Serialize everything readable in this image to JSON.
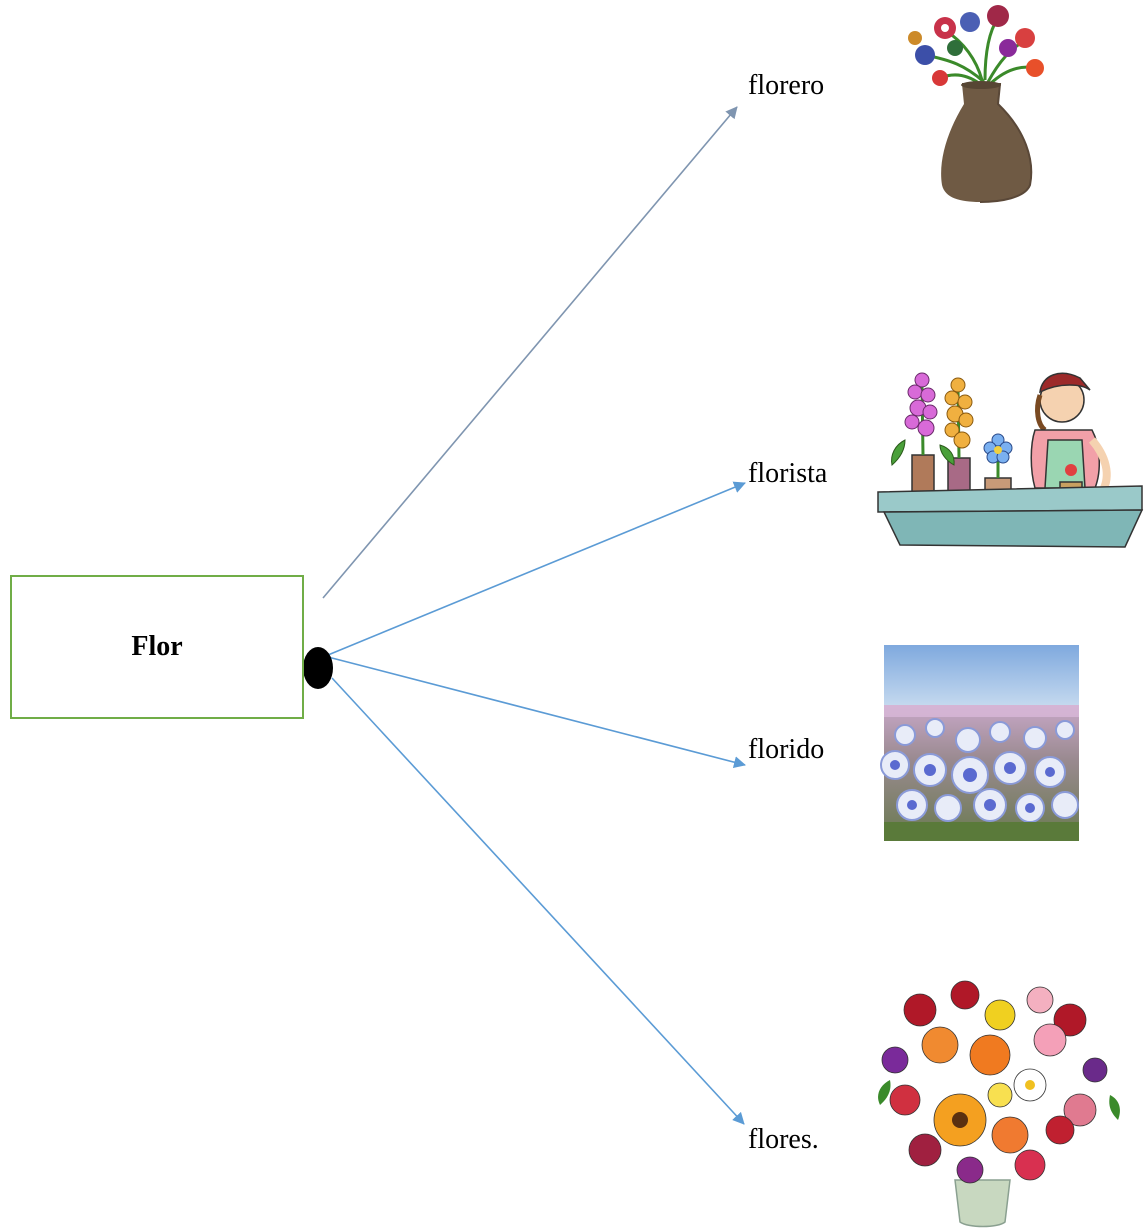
{
  "root": {
    "label": "Flor"
  },
  "branches": [
    {
      "word": "florero",
      "picture": "crochet-flower-vase-image"
    },
    {
      "word": "florista",
      "picture": "florist-cartoon-image"
    },
    {
      "word": "florido",
      "picture": "blooming-flower-field-image"
    },
    {
      "word": "flores.",
      "picture": "flower-bouquet-image"
    }
  ],
  "colors": {
    "box_border": "#70ad47",
    "arrow_blue": "#5b9bd5",
    "arrow_gray": "#7f95b0",
    "hub": "#000000"
  }
}
